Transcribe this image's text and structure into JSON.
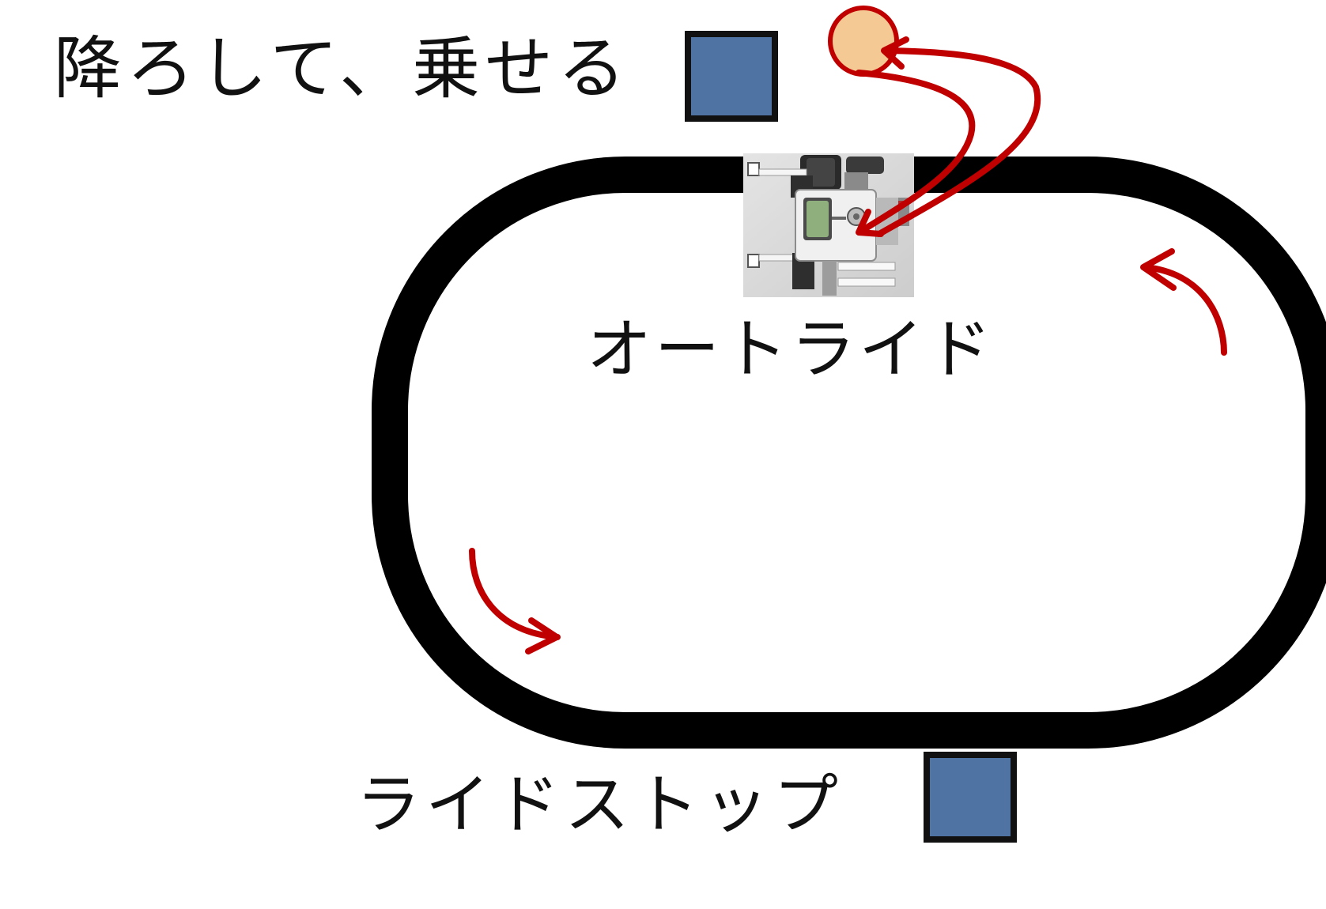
{
  "labels": {
    "drop_off_and_board": "降ろして、乗せる",
    "auto_ride": "オートライド",
    "ride_stop": "ライドストップ"
  },
  "colors": {
    "track": "#000000",
    "stop_marker_fill": "#4f73a3",
    "stop_marker_border": "#111111",
    "arrow": "#c00000",
    "passenger_fill": "#f5c994",
    "passenger_border": "#c00000",
    "robot_body": "#d0d0d0"
  },
  "icons": {
    "robot": "robot-vehicle-icon",
    "passenger": "passenger-circle-icon",
    "stop_marker": "stop-square-icon"
  }
}
